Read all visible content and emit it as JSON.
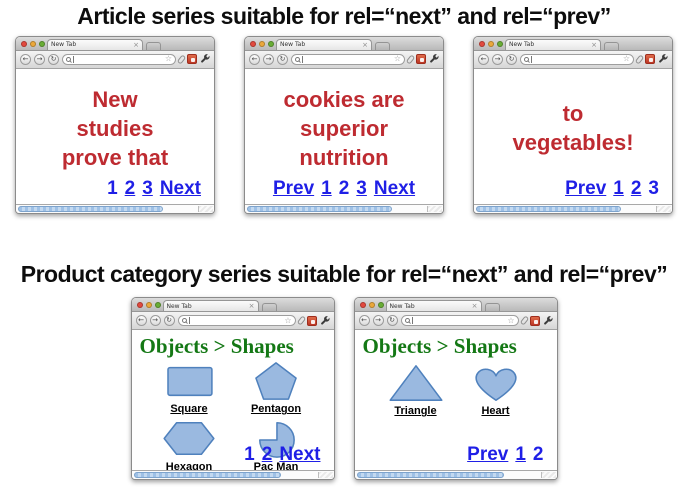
{
  "page": {
    "section1_title": "Article series suitable for rel=“next” and rel=“prev”",
    "section2_title": "Product category series suitable for rel=“next” and rel=“prev”"
  },
  "chrome": {
    "tab_title": "New Tab",
    "tab_close_glyph": "×",
    "back_glyph": "←",
    "forward_glyph": "→",
    "reload_glyph": "↻",
    "bookmark_star_glyph": "☆"
  },
  "colors": {
    "article_text": "#be2b31",
    "link": "#1f1fe6",
    "breadcrumb": "#147815",
    "shape_fill": "#9ab9e0",
    "shape_stroke": "#4f81bd"
  },
  "windows": [
    {
      "type": "article",
      "name": "article-page-1",
      "lines": [
        "New",
        "studies",
        "prove that"
      ],
      "nav_align": "right",
      "nav": [
        {
          "label": "1",
          "link": false
        },
        {
          "label": "2",
          "link": true
        },
        {
          "label": "3",
          "link": true
        },
        {
          "label": "Next",
          "link": true
        }
      ]
    },
    {
      "type": "article",
      "name": "article-page-2",
      "lines": [
        "cookies are",
        "superior",
        "nutrition"
      ],
      "nav_align": "center",
      "nav": [
        {
          "label": "Prev",
          "link": true
        },
        {
          "label": "1",
          "link": true
        },
        {
          "label": "2",
          "link": false
        },
        {
          "label": "3",
          "link": true
        },
        {
          "label": "Next",
          "link": true
        }
      ]
    },
    {
      "type": "article",
      "name": "article-page-3",
      "lines": [
        "to",
        "vegetables!"
      ],
      "nav_align": "right",
      "nav": [
        {
          "label": "Prev",
          "link": true
        },
        {
          "label": "1",
          "link": true
        },
        {
          "label": "2",
          "link": true
        },
        {
          "label": "3",
          "link": false
        }
      ]
    },
    {
      "type": "category",
      "name": "category-page-1",
      "breadcrumb": "Objects > Shapes",
      "items": [
        {
          "shape": "square",
          "label": "Square"
        },
        {
          "shape": "pentagon",
          "label": "Pentagon"
        },
        {
          "shape": "hexagon",
          "label": "Hexagon"
        },
        {
          "shape": "pacman",
          "label": "Pac Man"
        }
      ],
      "nav_align": "right",
      "nav": [
        {
          "label": "1",
          "link": false
        },
        {
          "label": "2",
          "link": true
        },
        {
          "label": "Next",
          "link": true
        }
      ]
    },
    {
      "type": "category",
      "name": "category-page-2",
      "breadcrumb": "Objects > Shapes",
      "items": [
        {
          "shape": "triangle",
          "label": "Triangle"
        },
        {
          "shape": "heart",
          "label": "Heart"
        }
      ],
      "nav_align": "right",
      "nav": [
        {
          "label": "Prev",
          "link": true
        },
        {
          "label": "1",
          "link": true
        },
        {
          "label": "2",
          "link": false
        }
      ]
    }
  ]
}
